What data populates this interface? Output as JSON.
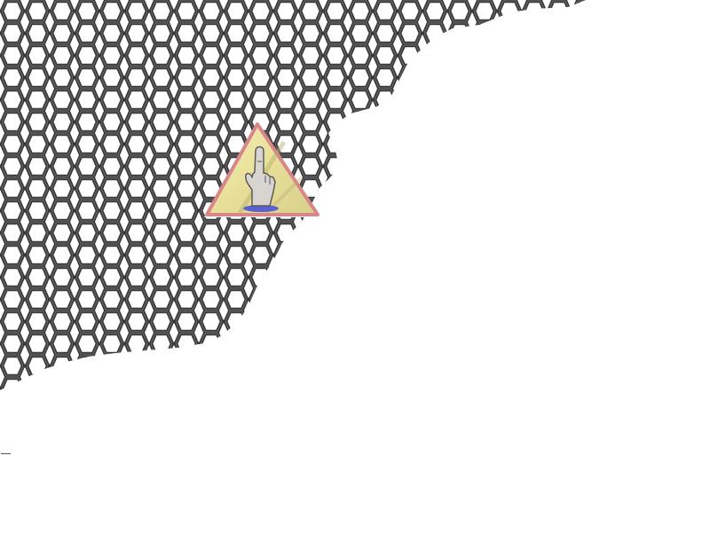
{
  "scene": {
    "background_color": "#ffffff",
    "mesh": {
      "kind": "chain-link-mesh",
      "stroke_color": "#3a3a3a",
      "highlight_color": "#8a8a8a"
    },
    "sign": {
      "kind": "warning-sign",
      "shape": "triangle",
      "border_color": "#d9868a",
      "fill_color": "#efe9a8",
      "icon": "middle-finger-hand-icon",
      "hand_color": "#d8d4d0",
      "base_color": "#5b5fd0"
    }
  }
}
